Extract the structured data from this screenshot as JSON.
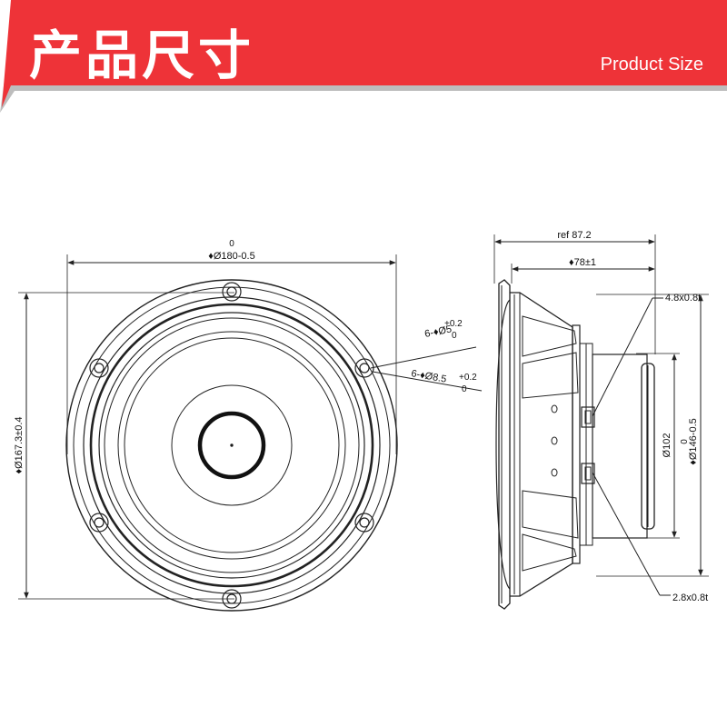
{
  "header": {
    "title_cn": "产品尺寸",
    "title_en": "Product Size",
    "banner_color": "#ee3338",
    "banner_shadow": "#bdbdbd"
  },
  "front_view": {
    "outer_dia_tol_upper": "0",
    "outer_dia_label": "♦Ø180-0.5",
    "height_label": "♦Ø167.3±0.4",
    "hole_small_tol_upper": "+0.2",
    "hole_small_label": "6-♦Ø5",
    "hole_small_tol_lower": "0",
    "hole_large_tol_upper": "+0.2",
    "hole_large_label": "6-♦Ø8.5",
    "hole_large_tol_lower": "0"
  },
  "side_view": {
    "ref_depth_label": "ref 87.2",
    "depth_label": "♦78±1",
    "terminal_large_label": "4.8x0.8t",
    "terminal_small_label": "2.8x0.8t",
    "magnet_dia_label": "Ø102",
    "frame_dia_tol_upper": "0",
    "frame_dia_label": "♦Ø146-0.5"
  },
  "colors": {
    "line": "#222222",
    "accent": "#111111"
  }
}
